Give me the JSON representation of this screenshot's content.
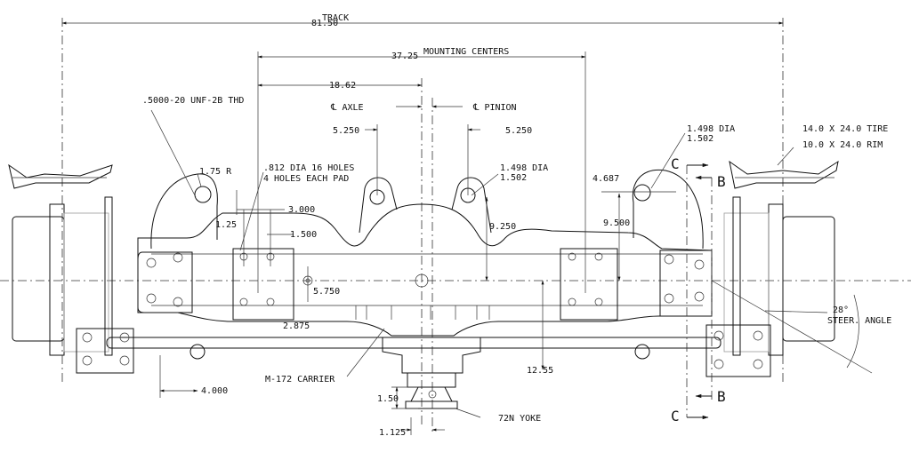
{
  "dims": {
    "track": "81.50",
    "track_label": "TRACK",
    "mounting": "37.25",
    "mounting_label": "MOUNTING CENTERS",
    "half": "18.62",
    "axle_cl": "℄ AXLE",
    "pinion_cl": "℄ PINION",
    "d5250_l": "5.250",
    "d5250_r": "5.250",
    "thread": ".5000-20 UNF-2B THD",
    "radius": "1.75 R",
    "holes_1": ".812 DIA 16 HOLES",
    "holes_2": "4 HOLES EACH PAD",
    "d3000": "3.000",
    "d1500": "1.500",
    "d125": "1.25",
    "dia_c_1": "1.498 DIA",
    "dia_c_2": "1.502",
    "dia_r_1": "1.498 DIA",
    "dia_r_2": "1.502",
    "d4687": "4.687",
    "d9500": "9.500",
    "d9250": "9.250",
    "d5750": "5.750",
    "d2875": "2.875",
    "d1255": "12.55",
    "d4000": "4.000",
    "d150": "1.50",
    "d1125": "1.125",
    "carrier": "M-172 CARRIER",
    "yoke": "72N YOKE",
    "steer_1": "28°",
    "steer_2": "STEER. ANGLE",
    "tire": "14.0 X 24.0 TIRE",
    "rim": "10.0 X 24.0 RIM",
    "sec_c_top": "C",
    "sec_b_top": "B",
    "sec_b_bot": "B",
    "sec_c_bot": "C"
  }
}
